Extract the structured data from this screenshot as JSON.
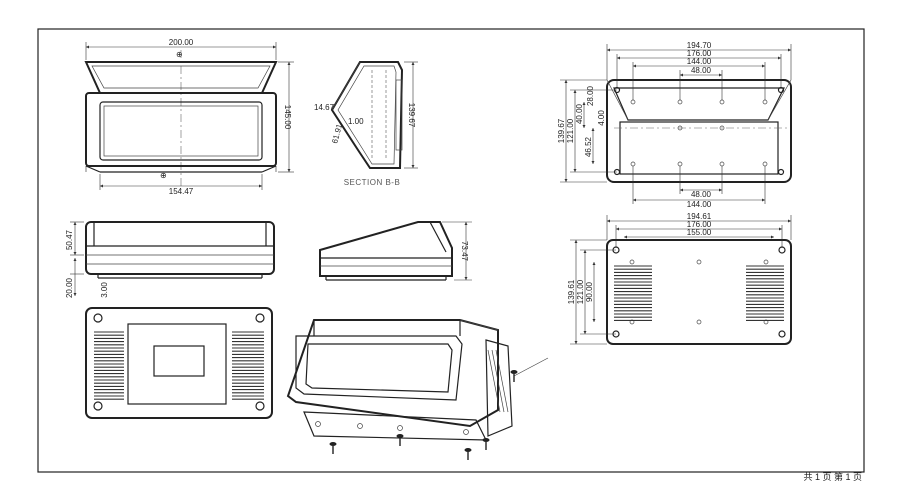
{
  "drawing": {
    "accent_color": "#222222",
    "front_view": {
      "width_label": "200.00",
      "height_label": "145.00",
      "bottom_label": "154.47"
    },
    "section_view": {
      "caption": "SECTION B-B",
      "height_label": "139.67",
      "label_a": "14.67",
      "label_b": "1.00",
      "label_c": "61.91"
    },
    "side_view": {
      "height_label": "50.47",
      "base_label": "20.00",
      "wall_label": "3.00"
    },
    "right_view": {
      "height_label": "73.47"
    },
    "top_view": {
      "top_labels": [
        "194.70",
        "176.00",
        "144.00",
        "48.00"
      ],
      "bottom_labels": [
        "48.00",
        "144.00"
      ],
      "left_labels": [
        "139.67",
        "121.00",
        "40.00",
        "46.52"
      ],
      "inner_labels": [
        "28.00",
        "4.00"
      ]
    },
    "bottom_view": {
      "top_labels": [
        "194.61",
        "176.00",
        "155.00"
      ],
      "left_labels": [
        "139.61",
        "121.00",
        "90.00"
      ]
    },
    "page_info": "共 1 页  第 1 页"
  }
}
